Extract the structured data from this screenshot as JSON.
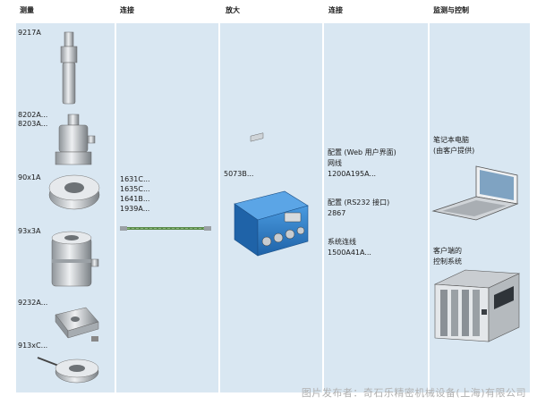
{
  "headers": {
    "measure": "测量",
    "connect1": "连接",
    "amplify": "放大",
    "connect2": "连接",
    "monitor": "监测与控制"
  },
  "measure": {
    "s1": "9217A",
    "s2a": "8202A...",
    "s2b": "8203A...",
    "s3": "90x1A",
    "s4": "93x3A",
    "s5": "9232A...",
    "s6": "913xC..."
  },
  "cables": [
    "1631C...",
    "1635C...",
    "1641B...",
    "1939A..."
  ],
  "amplifier": "5073B...",
  "connections": {
    "web_label": "配置 (Web 用户界面)",
    "web_sub": "网线",
    "web_part": "1200A195A...",
    "rs_label": "配置 (RS232 接口)",
    "rs_part": "2867",
    "sys_label": "系统连线",
    "sys_part": "1500A41A..."
  },
  "monitor": {
    "laptop_l1": "笔记本电脑",
    "laptop_l2": "(由客户提供)",
    "client_l1": "客户端的",
    "client_l2": "控制系统"
  },
  "footer": "图片发布者：奇石乐精密机械设备(上海)有限公司",
  "colors": {
    "panel": "#d9e7f2",
    "device_blue": "#2d7fc4",
    "cable_green": "#5a8a4a"
  }
}
